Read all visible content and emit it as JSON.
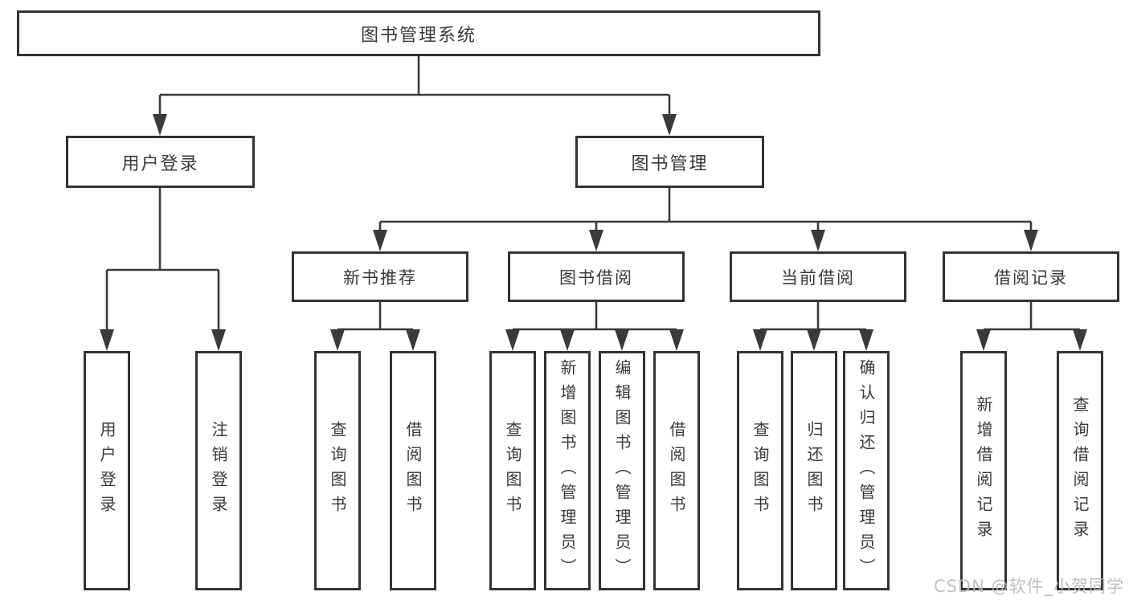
{
  "nodes": {
    "root": "图书管理系统",
    "level2": [
      {
        "label": "用户登录"
      },
      {
        "label": "图书管理"
      }
    ],
    "level3": [
      {
        "label": "新书推荐"
      },
      {
        "label": "图书借阅"
      },
      {
        "label": "当前借阅"
      },
      {
        "label": "借阅记录"
      }
    ],
    "leaves": {
      "user_login": [
        "用户登录",
        "注销登录"
      ],
      "new_book_recommend": [
        "查询图书",
        "借阅图书"
      ],
      "book_borrow": [
        "查询图书",
        "新增图书（管理员）",
        "编辑图书（管理员）",
        "借阅图书"
      ],
      "current_borrow": [
        "查询图书",
        "归还图书",
        "确认归还（管理员）"
      ],
      "borrow_records": [
        "新增借阅记录",
        "查询借阅记录"
      ]
    }
  },
  "watermark": {
    "text": "CSDN @软件_小贺同学"
  },
  "colors": {
    "line": "#3a3a3a",
    "box_border": "#333333",
    "text": "#3a3a3a",
    "watermark": "#b9b9b9",
    "background": "#ffffff"
  }
}
